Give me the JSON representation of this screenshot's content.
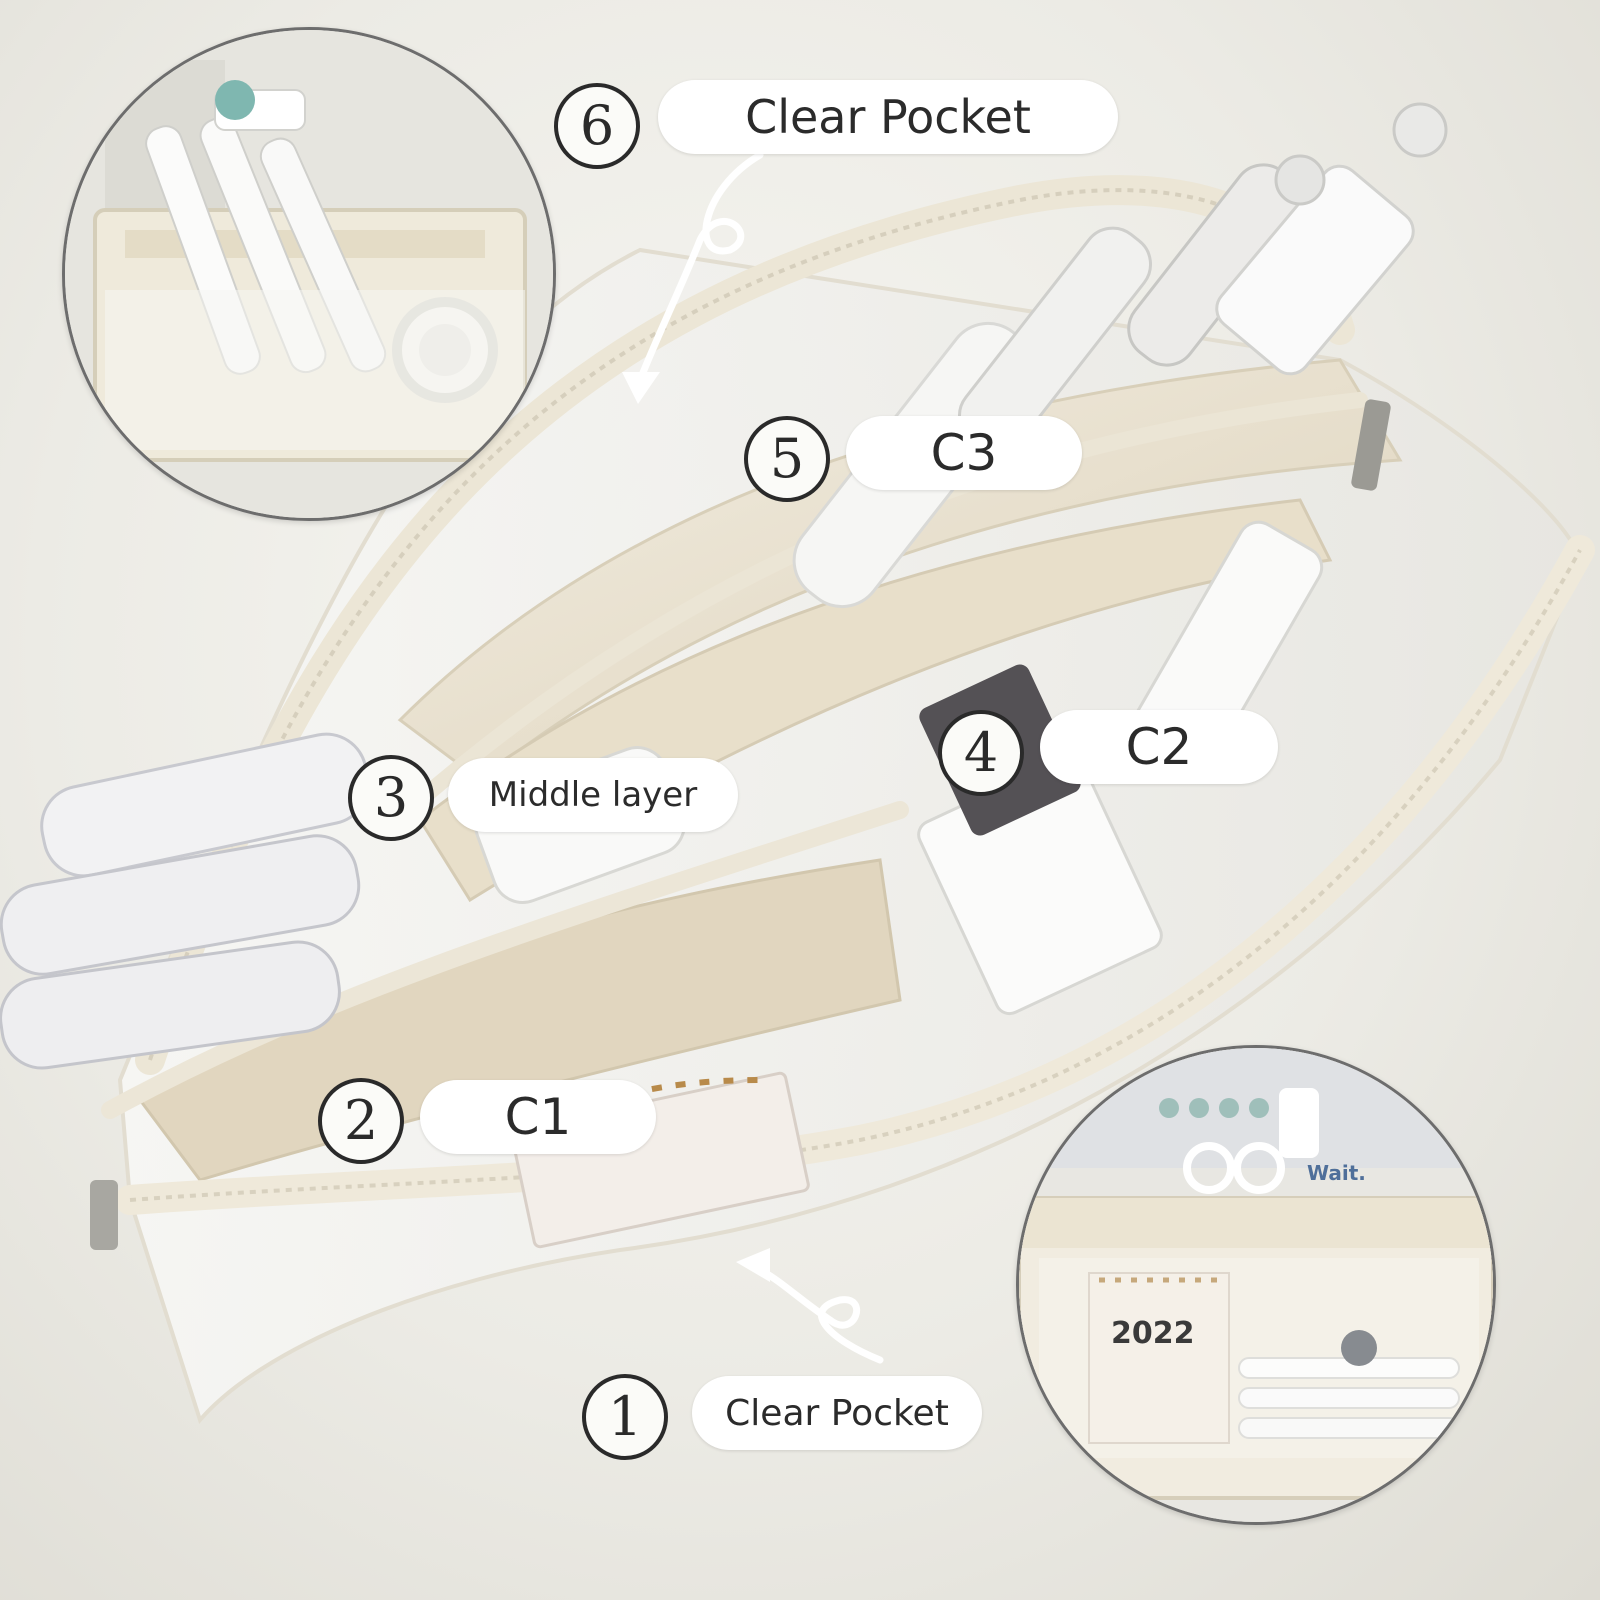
{
  "callouts": [
    {
      "number": "1",
      "label": "Clear Pocket"
    },
    {
      "number": "2",
      "label": "C1"
    },
    {
      "number": "3",
      "label": "Middle layer"
    },
    {
      "number": "4",
      "label": "C2"
    },
    {
      "number": "5",
      "label": "C3"
    },
    {
      "number": "6",
      "label": "Clear Pocket"
    }
  ],
  "insets": {
    "bottom_right": {
      "sticker_text": "Wait.",
      "calendar_year": "2022"
    }
  },
  "colors": {
    "background": "#ecebe6",
    "pouch_cream": "#efe9da",
    "pouch_lining": "#e6dcc6",
    "zipper": "#e8e2d2",
    "label_fill": "#ffffff",
    "number_ink": "#2a2a2a"
  }
}
